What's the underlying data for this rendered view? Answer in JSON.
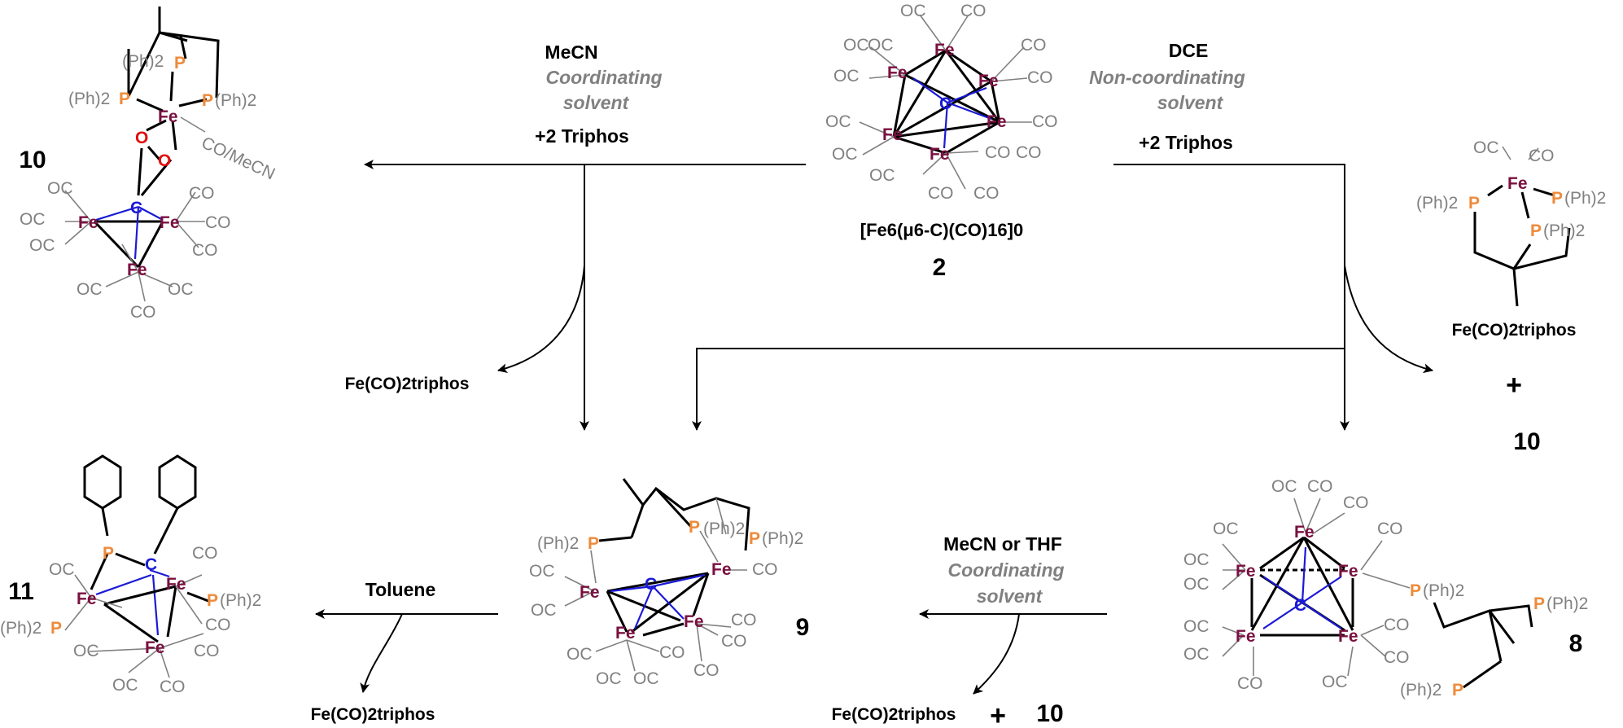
{
  "labels": {
    "cmp_2": "2",
    "cmp_10_top": "10",
    "cmp_10_right": "10",
    "cmp_10_bottom": "10",
    "cmp_11": "11",
    "cmp_9": "9",
    "cmp_8": "8",
    "plus": "+"
  },
  "conditions": {
    "mecn": "MeCN",
    "mecn_note": "Coordinating",
    "mecn_note2": "solvent",
    "mecn_triphos": "+2 Triphos",
    "dce": "DCE",
    "dce_note": "Non-coordinating",
    "dce_note2": "solvent",
    "dce_triphos": "+2 Triphos",
    "mecn_thf": "MeCN or THF",
    "mecn_thf_note": "Coordinating",
    "mecn_thf_note2": "solvent",
    "toluene": "Toluene"
  },
  "byproducts": {
    "left": "Fe(CO)2triphos",
    "right": "Fe(CO)2triphos",
    "bottom_middle": "Fe(CO)2triphos",
    "bottom_left": "Fe(CO)2triphos"
  },
  "formula_2": "[Fe6(μ6-C)(CO)16]0",
  "atoms": {
    "fe": "Fe",
    "c": "C",
    "co": "CO",
    "oc": "OC",
    "p": "P",
    "ph2": "(Ph)2",
    "o": "O",
    "co_mecn": "CO/MeCN"
  }
}
